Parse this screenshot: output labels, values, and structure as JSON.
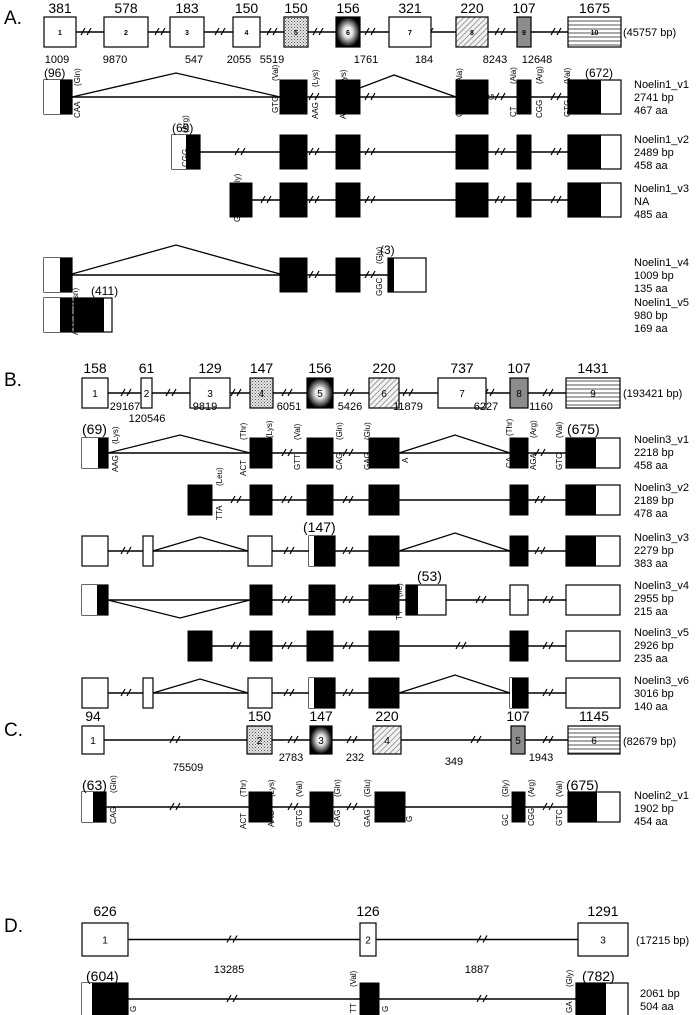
{
  "panels": [
    {
      "id": "A",
      "label": "A.",
      "total": "(45757 bp)",
      "exons": [
        {
          "num": "1",
          "size": "381",
          "fill": "white"
        },
        {
          "num": "2",
          "size": "578",
          "fill": "white"
        },
        {
          "num": "3",
          "size": "183",
          "fill": "white"
        },
        {
          "num": "4",
          "size": "150",
          "fill": "white"
        },
        {
          "num": "5",
          "size": "150",
          "fill": "dots"
        },
        {
          "num": "6",
          "size": "156",
          "fill": "radial"
        },
        {
          "num": "7",
          "size": "321",
          "fill": "white"
        },
        {
          "num": "8",
          "size": "220",
          "fill": "hatch"
        },
        {
          "num": "9",
          "size": "107",
          "fill": "gray"
        },
        {
          "num": "10",
          "size": "1675",
          "fill": "hlines"
        }
      ],
      "introns": [
        "1009",
        "9870",
        "547",
        "2055",
        "5519",
        "1761",
        "184",
        "8243",
        "12648"
      ],
      "transcripts": [
        {
          "name": "Noelin1_v1",
          "bp": "2741 bp",
          "aa": "467 aa"
        },
        {
          "name": "Noelin1_v2",
          "bp": "2489 bp",
          "aa": "458 aa"
        },
        {
          "name": "Noelin1_v3",
          "bp": "NA",
          "aa": "485 aa"
        },
        {
          "name": "Noelin1_v4",
          "bp": "1009 bp",
          "aa": "135 aa"
        },
        {
          "name": "Noelin1_v5",
          "bp": "980 bp",
          "aa": "169 aa"
        }
      ],
      "annotations": [
        {
          "text": "(96)"
        },
        {
          "text": "(672)"
        },
        {
          "text": "(69)"
        },
        {
          "text": "(3)"
        },
        {
          "text": "(411)"
        }
      ],
      "codons": [
        {
          "text": "CAA"
        },
        {
          "text": "(Gln)"
        },
        {
          "text": "GTG"
        },
        {
          "text": "(Val)"
        },
        {
          "text": "AAG"
        },
        {
          "text": "(Lys)"
        },
        {
          "text": "AAG"
        },
        {
          "text": "(Lys)"
        },
        {
          "text": "GCG"
        },
        {
          "text": "(Ala)"
        },
        {
          "text": "G"
        },
        {
          "text": "CT"
        },
        {
          "text": "(Ala)"
        },
        {
          "text": "CGG"
        },
        {
          "text": "(Arg)"
        },
        {
          "text": "GTG"
        },
        {
          "text": "(Val)"
        },
        {
          "text": "CGG"
        },
        {
          "text": "(Arg)"
        },
        {
          "text": "GGC"
        },
        {
          "text": "(Gly)"
        },
        {
          "text": "GGC"
        },
        {
          "text": "(Gly)"
        },
        {
          "text": "AAT"
        },
        {
          "text": "(Asn)"
        }
      ]
    },
    {
      "id": "B",
      "label": "B.",
      "total": "(193421 bp)",
      "exons": [
        {
          "num": "1",
          "size": "158",
          "fill": "white"
        },
        {
          "num": "2",
          "size": "61",
          "fill": "white"
        },
        {
          "num": "3",
          "size": "129",
          "fill": "white"
        },
        {
          "num": "4",
          "size": "147",
          "fill": "dots"
        },
        {
          "num": "5",
          "size": "156",
          "fill": "radial"
        },
        {
          "num": "6",
          "size": "220",
          "fill": "hatch"
        },
        {
          "num": "7",
          "size": "737",
          "fill": "white"
        },
        {
          "num": "8",
          "size": "107",
          "fill": "gray"
        },
        {
          "num": "9",
          "size": "1431",
          "fill": "hlines"
        }
      ],
      "introns": [
        "29167",
        "120546",
        "9819",
        "6051",
        "5426",
        "11879",
        "6227",
        "1160"
      ],
      "transcripts": [
        {
          "name": "Noelin3_v1",
          "bp": "2218 bp",
          "aa": "458 aa"
        },
        {
          "name": "Noelin3_v2",
          "bp": "2189 bp",
          "aa": "478 aa"
        },
        {
          "name": "Noelin3_v3",
          "bp": "2279 bp",
          "aa": "383 aa"
        },
        {
          "name": "Noelin3_v4",
          "bp": "2955 bp",
          "aa": "215 aa"
        },
        {
          "name": "Noelin3_v5",
          "bp": "2926 bp",
          "aa": "235 aa"
        },
        {
          "name": "Noelin3_v6",
          "bp": "3016 bp",
          "aa": "140 aa"
        }
      ],
      "annotations": [
        {
          "text": "(69)"
        },
        {
          "text": "(675)"
        },
        {
          "text": "(147)"
        },
        {
          "text": "(53)"
        }
      ],
      "codons": [
        {
          "text": "AAG"
        },
        {
          "text": "(Lys)"
        },
        {
          "text": "ACT"
        },
        {
          "text": "(Thr)"
        },
        {
          "text": "AAG"
        },
        {
          "text": "(Lys)"
        },
        {
          "text": "GTT"
        },
        {
          "text": "(Val)"
        },
        {
          "text": "CAG"
        },
        {
          "text": "(Gln)"
        },
        {
          "text": "GAG"
        },
        {
          "text": "(Glu)"
        },
        {
          "text": "A"
        },
        {
          "text": "CA"
        },
        {
          "text": "(Thr)"
        },
        {
          "text": "AGA"
        },
        {
          "text": "(Arg)"
        },
        {
          "text": "GTC"
        },
        {
          "text": "(Val)"
        },
        {
          "text": "TTA"
        },
        {
          "text": "(Leu)"
        },
        {
          "text": "TT"
        },
        {
          "text": "(Ile)"
        }
      ]
    },
    {
      "id": "C",
      "label": "C.",
      "total": "(82679 bp)",
      "exons": [
        {
          "num": "1",
          "size": "94",
          "fill": "white"
        },
        {
          "num": "2",
          "size": "150",
          "fill": "dots"
        },
        {
          "num": "3",
          "size": "147",
          "fill": "radial"
        },
        {
          "num": "4",
          "size": "220",
          "fill": "hatch"
        },
        {
          "num": "5",
          "size": "107",
          "fill": "gray"
        },
        {
          "num": "6",
          "size": "1145",
          "fill": "hlines"
        }
      ],
      "introns": [
        "75509",
        "2783",
        "232",
        "349",
        "1943"
      ],
      "transcripts": [
        {
          "name": "Noelin2_v1",
          "bp": "1902 bp",
          "aa": "454 aa"
        }
      ],
      "annotations": [
        {
          "text": "(63)"
        },
        {
          "text": "(675)"
        }
      ],
      "codons": [
        {
          "text": "CAG"
        },
        {
          "text": "(Gln)"
        },
        {
          "text": "ACT"
        },
        {
          "text": "(Thr)"
        },
        {
          "text": "AAG"
        },
        {
          "text": "(Lys)"
        },
        {
          "text": "GTG"
        },
        {
          "text": "(Val)"
        },
        {
          "text": "CAG"
        },
        {
          "text": "(Gln)"
        },
        {
          "text": "GAG"
        },
        {
          "text": "(Glu)"
        },
        {
          "text": "G"
        },
        {
          "text": "GC"
        },
        {
          "text": "(Gly)"
        },
        {
          "text": "CGG"
        },
        {
          "text": "(Arg)"
        },
        {
          "text": "GTC"
        },
        {
          "text": "(Val)"
        }
      ]
    },
    {
      "id": "D",
      "label": "D.",
      "total": "(17215 bp)",
      "exons": [
        {
          "num": "1",
          "size": "626",
          "fill": "white"
        },
        {
          "num": "2",
          "size": "126",
          "fill": "white"
        },
        {
          "num": "3",
          "size": "1291",
          "fill": "white"
        }
      ],
      "introns": [
        "13285",
        "1887"
      ],
      "transcripts": [
        {
          "name": "",
          "bp": "2061 bp",
          "aa": "504 aa"
        }
      ],
      "annotations": [
        {
          "text": "(604)"
        },
        {
          "text": "(782)"
        }
      ],
      "codons": [
        {
          "text": "G"
        },
        {
          "text": "TT"
        },
        {
          "text": "(Val)"
        },
        {
          "text": "G"
        },
        {
          "text": "GA"
        },
        {
          "text": "(Gly)"
        }
      ]
    }
  ]
}
